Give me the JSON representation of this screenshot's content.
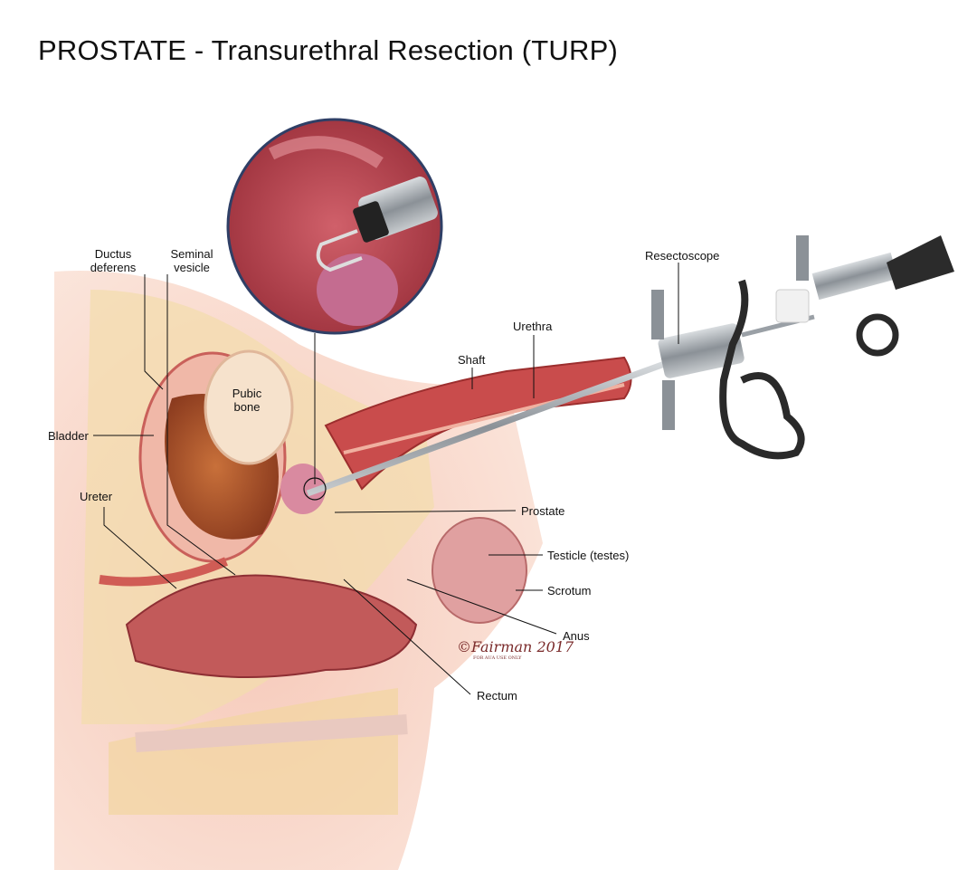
{
  "title": "PROSTATE - Transurethral Resection (TURP)",
  "labels": {
    "ductus_deferens": "Ductus deferens",
    "seminal_vesicle": "Seminal vesicle",
    "bladder": "Bladder",
    "ureter": "Ureter",
    "pubic_bone": "Pubic bone",
    "shaft": "Shaft",
    "urethra": "Urethra",
    "resectoscope": "Resectoscope",
    "prostate": "Prostate",
    "testicle": "Testicle (testes)",
    "scrotum": "Scrotum",
    "anus": "Anus",
    "rectum": "Rectum"
  },
  "signature": {
    "name": "Fairman",
    "year": "2017",
    "note": "FOR AUA USE ONLY"
  },
  "colors": {
    "tissue": "#e8a79a",
    "fat": "#f3d9a8",
    "muscle": "#c84a4a",
    "instrument": "#9aa0a6"
  }
}
